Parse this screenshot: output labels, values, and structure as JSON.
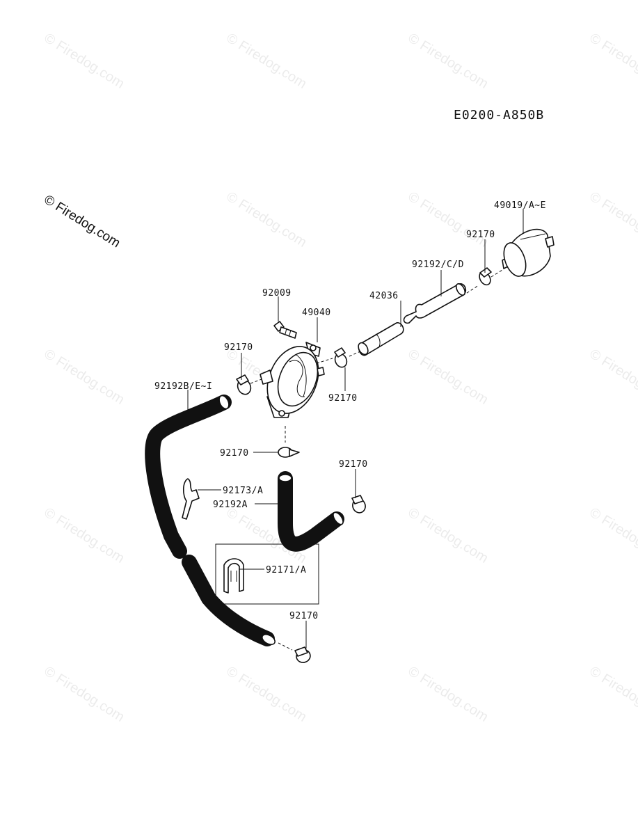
{
  "diagram_code": "E0200-A850B",
  "watermark": "© Firedog.com",
  "parts": {
    "fuel_filter": "49019/A~E",
    "clamp_top_right": "92170",
    "hose_top": "92192/C/D",
    "joint": "42036",
    "bolt": "92009",
    "fuel_pump": "49040",
    "clamp_pump_left": "92170",
    "clamp_pump_right": "92170",
    "hose_long": "92192B/E~I",
    "clamp_pump_bottom": "92170",
    "clamp_elbow_end": "92170",
    "clip_small": "92173/A",
    "hose_elbow": "92192A",
    "clip_boxed": "92171/A",
    "clamp_bottom": "92170"
  }
}
